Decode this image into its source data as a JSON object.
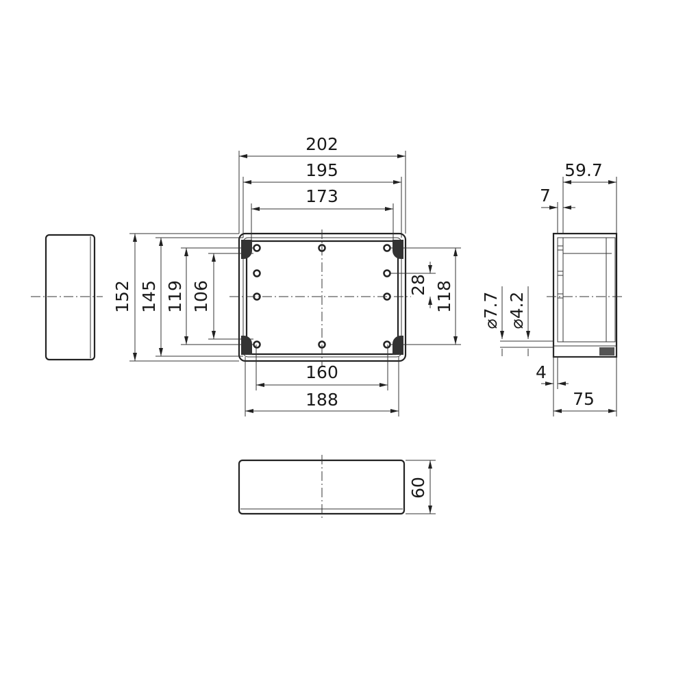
{
  "dimensions": {
    "top_202": "202",
    "top_195": "195",
    "top_173": "173",
    "bottom_160": "160",
    "bottom_188": "188",
    "left_152": "152",
    "left_145": "145",
    "left_119": "119",
    "left_106": "106",
    "right_28": "28",
    "right_118": "118",
    "height_60": "60",
    "side_59_7": "59.7",
    "side_7": "7",
    "side_dia_7_7": "⌀7.7",
    "side_dia_4_2": "⌀4.2",
    "side_4": "4",
    "side_75": "75"
  }
}
